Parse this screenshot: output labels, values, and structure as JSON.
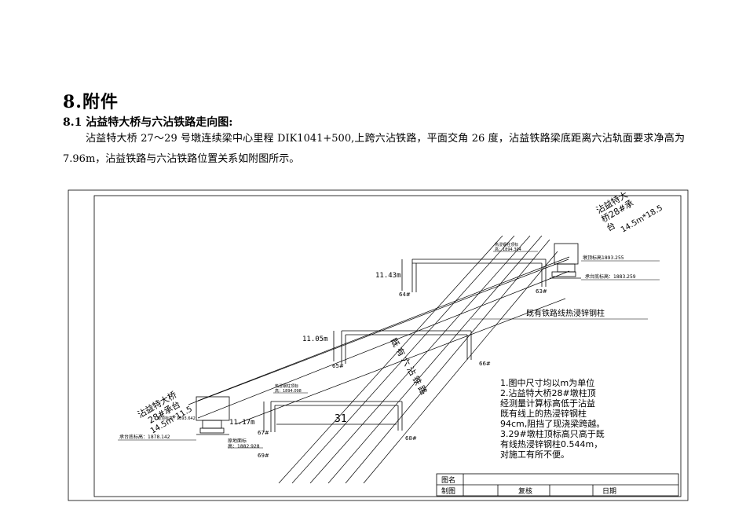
{
  "heading": "8.附件",
  "subheading": "8.1 沾益特大桥与六沾铁路走向图:",
  "paragraph": "沾益特大桥 27～29 号墩连续梁中心里程 DIK1041+500,上跨六沾铁路，平面交角 26 度，沾益铁路梁底距离六沾轨面要求净高为 7.96m，沾益铁路与六沾铁路位置关系如附图所示。",
  "drawing": {
    "abutment_right": {
      "line1": "沾益特大",
      "line2": "桥28#承",
      "line3": "台",
      "dims": "14.5m*18.5"
    },
    "abutment_left": {
      "line1": "沾益特大桥",
      "line2": "28#承台",
      "dims": "14.5m*11.5"
    },
    "pier_top_elev": "墩顶标高1893.255",
    "cap_base_elev_right": "承台底标高：1883.259",
    "cap_base_elev_left": "承台底标高：1878.142",
    "left_elev_small": "墩顶标高：1893.642",
    "h_right": "11.43m",
    "h_mid": "11.05m",
    "h_left": "11.17m",
    "pier_63": "63#",
    "pier_64": "64#",
    "pier_65": "65#",
    "pier_66": "66#",
    "pier_67": "67#",
    "pier_68": "68#",
    "pier_69": "69#",
    "dim_31": "31",
    "steel_top_label_1": "热浸钢柱顶标",
    "steel_top_label_2": "高：1894.304",
    "steel_top_label_left_1": "热浸钢柱顶标",
    "steel_top_label_left_2": "高：1894.098",
    "ground_label_1": "原地面标",
    "ground_label_2": "高：1882.928",
    "existing_columns": "既有铁路线热浸锌钢柱",
    "railway_label": "既有六沾铁路",
    "notes": [
      "1.图中尺寸均以m为单位",
      "2.沾益特大桥28#墩柱顶",
      "经测量计算标高低于沾益",
      "既有线上的热浸锌钢柱",
      "94cm,阻挡了现浇梁跨越。",
      "3.29#墩柱顶标高只高于既",
      "有线热浸锌钢柱0.544m，",
      "对施工有所不便。"
    ],
    "title_block": {
      "name_label": "图名",
      "drawn_label": "制图",
      "check_label": "复核",
      "date_label": "日期"
    }
  }
}
